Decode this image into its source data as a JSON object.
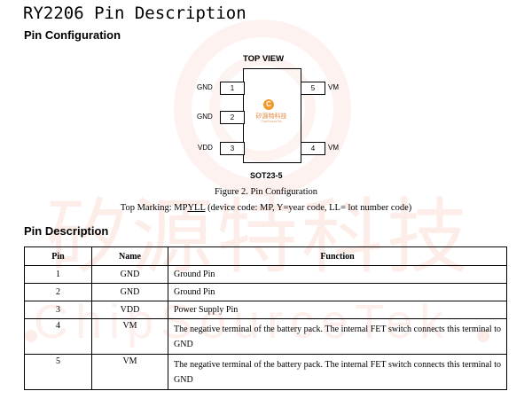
{
  "page_title": "RY2206 Pin Description",
  "pin_config_heading": "Pin Configuration",
  "diagram": {
    "top_view": "TOP VIEW",
    "package": "SOT23-5",
    "pins": [
      {
        "num": "1",
        "label": "GND"
      },
      {
        "num": "2",
        "label": "GND"
      },
      {
        "num": "3",
        "label": "VDD"
      },
      {
        "num": "4",
        "label": "VM"
      },
      {
        "num": "5",
        "label": "VM"
      }
    ],
    "logo_char": "C",
    "logo_text": "矽源特科技",
    "logo_sub": "ChipSourceTek"
  },
  "figure_caption": "Figure 2. Pin Configuration",
  "top_marking": {
    "prefix": "Top Marking: MP",
    "code": "YLL",
    "suffix": " (device code: MP, Y=year code, LL= lot number code)"
  },
  "pin_desc_heading": "Pin Description",
  "watermark": {
    "cn": "矽源特科技",
    "en": "ChipSourceTek"
  },
  "table": {
    "headers": [
      "Pin",
      "Name",
      "Function"
    ],
    "rows": [
      {
        "pin": "1",
        "name": "GND",
        "function": "Ground Pin"
      },
      {
        "pin": "2",
        "name": "GND",
        "function": "Ground Pin"
      },
      {
        "pin": "3",
        "name": "VDD",
        "function": "Power Supply Pin"
      },
      {
        "pin": "4",
        "name": "VM",
        "function": "The negative terminal of the battery pack. The internal FET switch connects this terminal to GND"
      },
      {
        "pin": "5",
        "name": "VM",
        "function": "The negative terminal of the battery pack. The internal FET switch connects this terminal to GND"
      }
    ]
  }
}
